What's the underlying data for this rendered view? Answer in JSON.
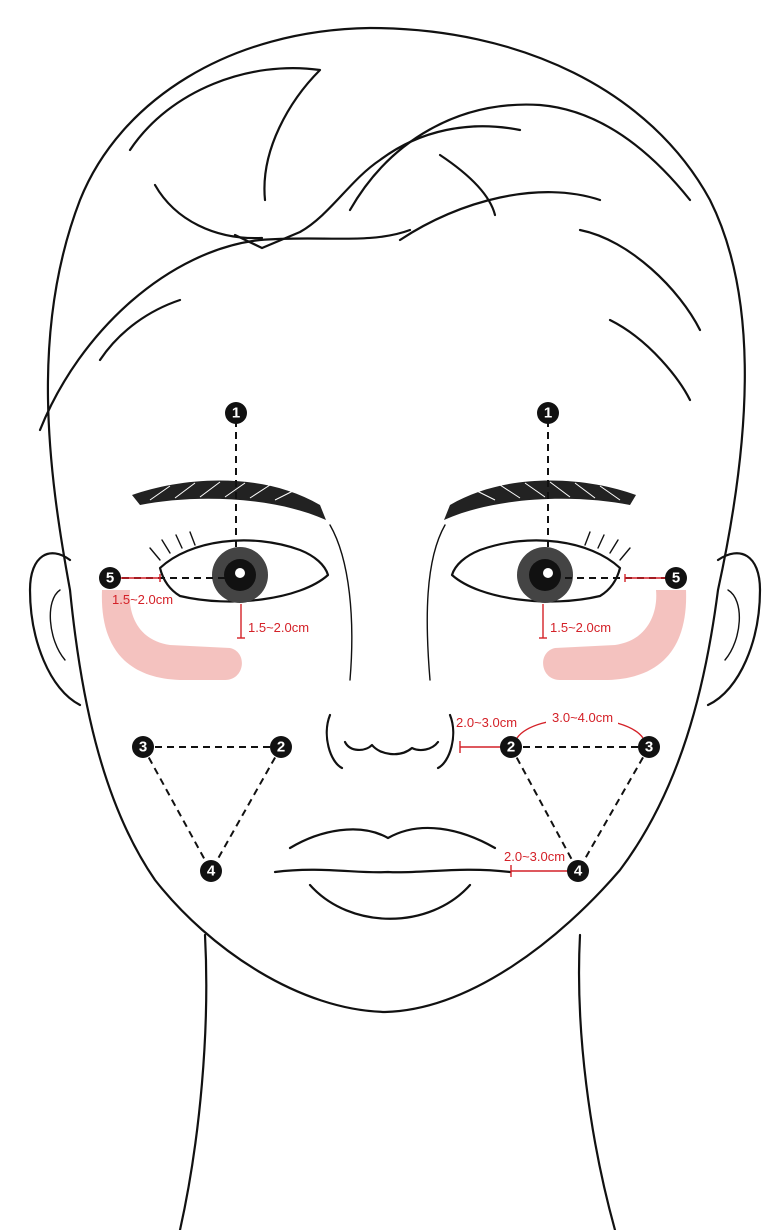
{
  "colors": {
    "line": "#111111",
    "measurement": "#d42128",
    "zone_fill": "#f2b7b4",
    "marker_fill": "#111111",
    "marker_text": "#ffffff"
  },
  "points": {
    "p1": "1",
    "p2": "2",
    "p3": "3",
    "p4": "4",
    "p5": "5"
  },
  "measurements": {
    "left_eye_corner": "1.5~2.0cm",
    "left_under_pupil": "1.5~2.0cm",
    "right_under_pupil": "1.5~2.0cm",
    "nose_to_point2": "2.0~3.0cm",
    "point2_to_point3": "3.0~4.0cm",
    "mouth_to_point4": "2.0~3.0cm"
  }
}
